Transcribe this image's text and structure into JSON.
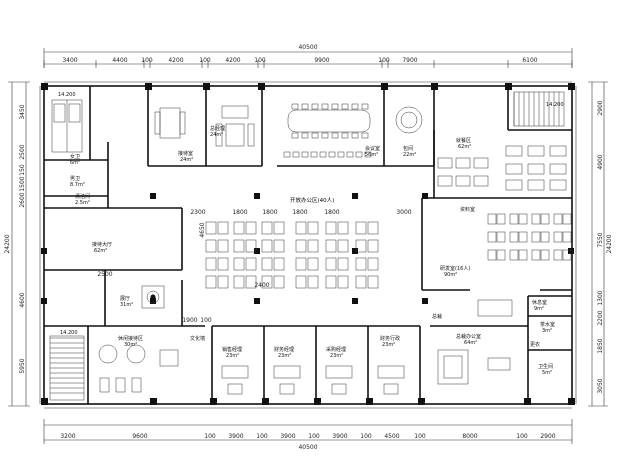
{
  "dimensions": {
    "top_total": "40500",
    "top_segments": [
      "3400",
      "4400",
      "100",
      "4200",
      "100",
      "4200",
      "100",
      "9900",
      "100",
      "7900",
      "6100"
    ],
    "bottom_total": "40500",
    "bottom_segments": [
      "3200",
      "9600",
      "100",
      "3900",
      "100",
      "3900",
      "100",
      "3900",
      "100",
      "4500",
      "100",
      "8000",
      "100",
      "2900"
    ],
    "left_total": "24200",
    "left_segments": [
      "3450",
      "2500",
      "150",
      "1500",
      "2600",
      "4600",
      "5950"
    ],
    "right_total": "24200",
    "right_segments": [
      "2900",
      "4900",
      "7550",
      "1300",
      "2200",
      "1850",
      "3050"
    ],
    "inner_row": [
      "2300",
      "1800",
      "1800",
      "1800",
      "1800",
      "3000"
    ],
    "inner_misc": [
      "4650",
      "2400",
      "2500",
      "1900",
      "100"
    ]
  },
  "rooms": {
    "stair_tl": "14.200",
    "stair_tr": "14.200",
    "stair_bl": "14.200",
    "toilet_w": "女卫",
    "toilet_w_area": "6m²",
    "toilet_m": "男卫",
    "toilet_m_area": "8.7m²",
    "cleaning": "清洁间",
    "cleaning_area": "2.5m²",
    "reception_room": "接待室",
    "reception_room_area": "24m²",
    "gm_office": "总经理",
    "gm_office_area": "24m²",
    "meeting": "会议室",
    "meeting_area": "56m²",
    "private_room": "包间",
    "private_room_area": "22m²",
    "dining": "就餐区",
    "dining_area": "62m²",
    "open_office": "开放办公区(40人)",
    "lobby": "接待大厅",
    "lobby_area": "62m²",
    "hall": "展厅",
    "hall_area": "31m²",
    "archive": "资料室",
    "rd_office": "研发室(16人)",
    "rd_office_area": "90m²",
    "leisure": "休闲接待区",
    "leisure_area": "30m²",
    "culture_wall": "文化墙",
    "sales_mgr": "销售经理",
    "sales_mgr_area": "23m²",
    "finance_mgr": "财务经理",
    "finance_mgr_area": "23m²",
    "purchase_mgr": "采购经理",
    "purchase_mgr_area": "23m²",
    "finance_admin": "财务行政",
    "finance_admin_area": "23m²",
    "ceo_office": "总裁办公室",
    "ceo_office_area": "64m²",
    "ceo_short": "总裁",
    "lounge": "休息室",
    "lounge_area": "9m²",
    "dressing": "更衣",
    "tea": "茶水室",
    "tea_area": "3m²",
    "ceo_toilet": "卫生间",
    "ceo_toilet_area": "5m²"
  }
}
